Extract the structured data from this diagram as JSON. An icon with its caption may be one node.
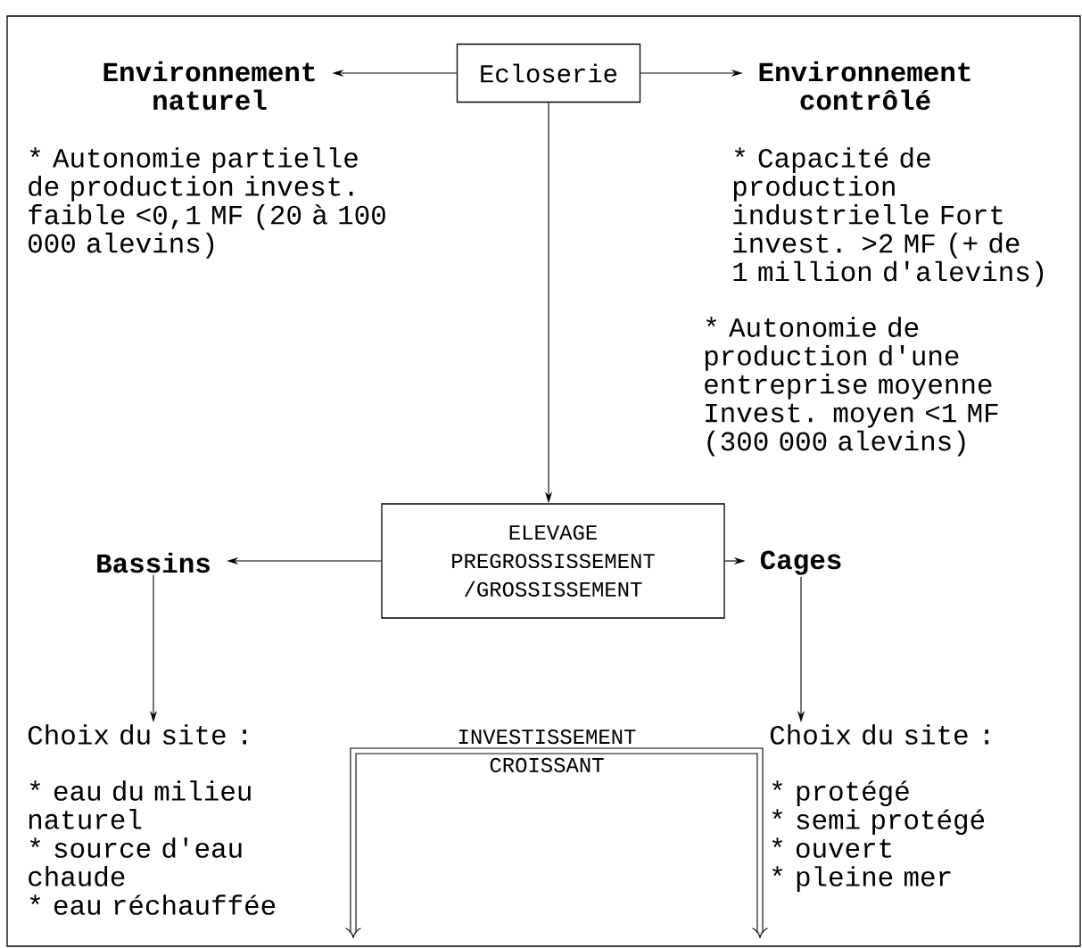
{
  "diagram": {
    "nodes": [
      {
        "text": [
          "Ecloserie"
        ]
      },
      {
        "text": [
          "Environnement naturel"
        ]
      },
      {
        "text": [
          "Environnement contrôlé"
        ]
      },
      {
        "text": [
          "ELEVAGE PREGROSSISSEMENT /GROSSISSEMENT"
        ]
      },
      {
        "text": [
          "Bassins"
        ]
      },
      {
        "text": [
          "Cages"
        ]
      },
      {
        "text": [
          "Choix du site :"
        ]
      },
      {
        "text": [
          "Choix du site :"
        ]
      }
    ],
    "edges": [
      {
        "from": 0,
        "to": 1,
        "arrow": "to"
      },
      {
        "from": 0,
        "to": 2,
        "arrow": "to"
      },
      {
        "from": 0,
        "to": 3,
        "arrow": "to"
      },
      {
        "from": 3,
        "to": 4,
        "arrow": "to"
      },
      {
        "from": 3,
        "to": 5,
        "arrow": "to"
      },
      {
        "from": 4,
        "to": 6,
        "arrow": "to"
      },
      {
        "from": 5,
        "to": 7,
        "arrow": "to"
      }
    ],
    "labels": [
      "* Autonomie partielle de production invest. faible <0,1 MF (20 à 100 000 alevins)",
      "* Capacité de production industrielle Fort invest. >2 MF (+ de 1 million d'alevins)",
      "* Autonomie de production d'une entreprise moyenne Invest. moyen <1 MF (300 000 alevins)",
      "INVESTISSEMENT CROISSANT",
      "* eau du milieu naturel",
      "* source d'eau chaude",
      "* eau réchauffée",
      "* protégé",
      "* semi protégé",
      "* ouvert",
      "* pleine mer"
    ]
  }
}
